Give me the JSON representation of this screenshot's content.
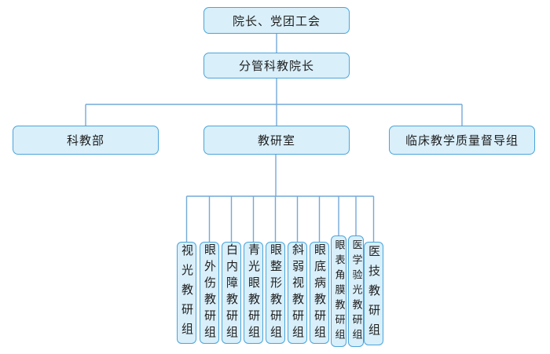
{
  "org": {
    "level1": {
      "label": "院长、党团工会"
    },
    "level2": {
      "label": "分管科教院长"
    },
    "level3": [
      {
        "label": "科教部"
      },
      {
        "label": "教研室"
      },
      {
        "label": "临床教学质量督导组"
      }
    ],
    "groups": [
      {
        "label": "视光教研组"
      },
      {
        "label": "眼外伤教研组"
      },
      {
        "label": "白内障教研组"
      },
      {
        "label": "青光眼教研组"
      },
      {
        "label": "眼整形教研组"
      },
      {
        "label": "斜弱视教研组"
      },
      {
        "label": "眼底病教研组"
      },
      {
        "label": "眼表角膜教研组"
      },
      {
        "label": "医学验光教研组"
      },
      {
        "label": "医技教研组"
      }
    ]
  },
  "colors": {
    "node_fill": "#d9effa",
    "node_border": "#4aa4da",
    "connector": "#74a9d8",
    "text": "#1f1f1f",
    "background": "#ffffff"
  }
}
